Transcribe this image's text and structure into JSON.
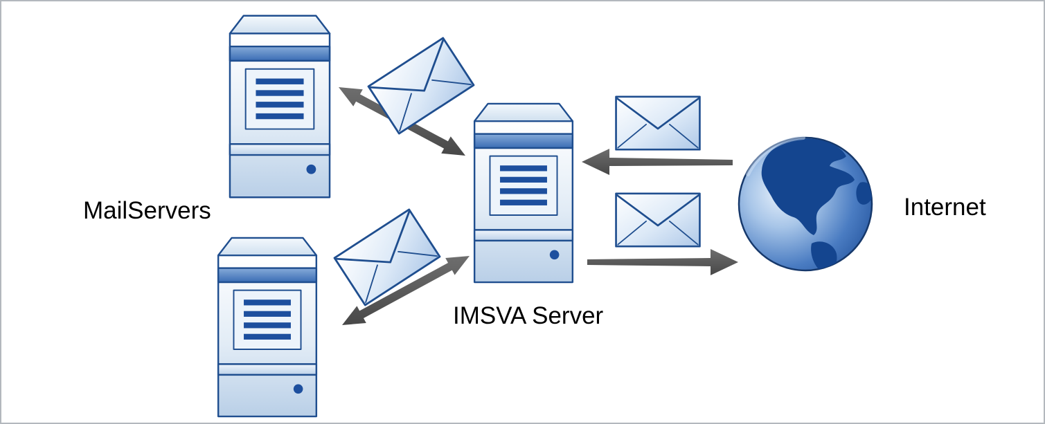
{
  "diagram": {
    "type": "mail-flow-topology",
    "labels": {
      "mail_servers": "MailServers",
      "imsva_server": "IMSVA Server",
      "internet": "Internet"
    },
    "nodes": [
      {
        "id": "mail-server-top",
        "icon": "server-icon",
        "label_ref": "mail_servers"
      },
      {
        "id": "mail-server-bottom",
        "icon": "server-icon",
        "label_ref": "mail_servers"
      },
      {
        "id": "imsva-server",
        "icon": "server-icon",
        "label_ref": "imsva_server"
      },
      {
        "id": "internet",
        "icon": "globe-icon",
        "label_ref": "internet"
      }
    ],
    "edges": [
      {
        "from": "imsva-server",
        "to": "mail-server-top",
        "direction": "bidirectional",
        "carries": "envelope-icon"
      },
      {
        "from": "imsva-server",
        "to": "mail-server-bottom",
        "direction": "bidirectional",
        "carries": "envelope-icon"
      },
      {
        "from": "internet",
        "to": "imsva-server",
        "direction": "unidirectional",
        "carries": "envelope-icon"
      },
      {
        "from": "imsva-server",
        "to": "internet",
        "direction": "unidirectional",
        "carries": "envelope-icon"
      }
    ],
    "colors": {
      "outline_blue": "#1f4e8f",
      "panel_stripe_blue": "#1d4f9e",
      "fill_light_blue": "#c9d9ec",
      "globe_blue": "#2f66b2",
      "arrow_gray": "#565656",
      "label_text": "#000000",
      "border_gray": "#b3b8bd",
      "background": "#ffffff"
    }
  }
}
